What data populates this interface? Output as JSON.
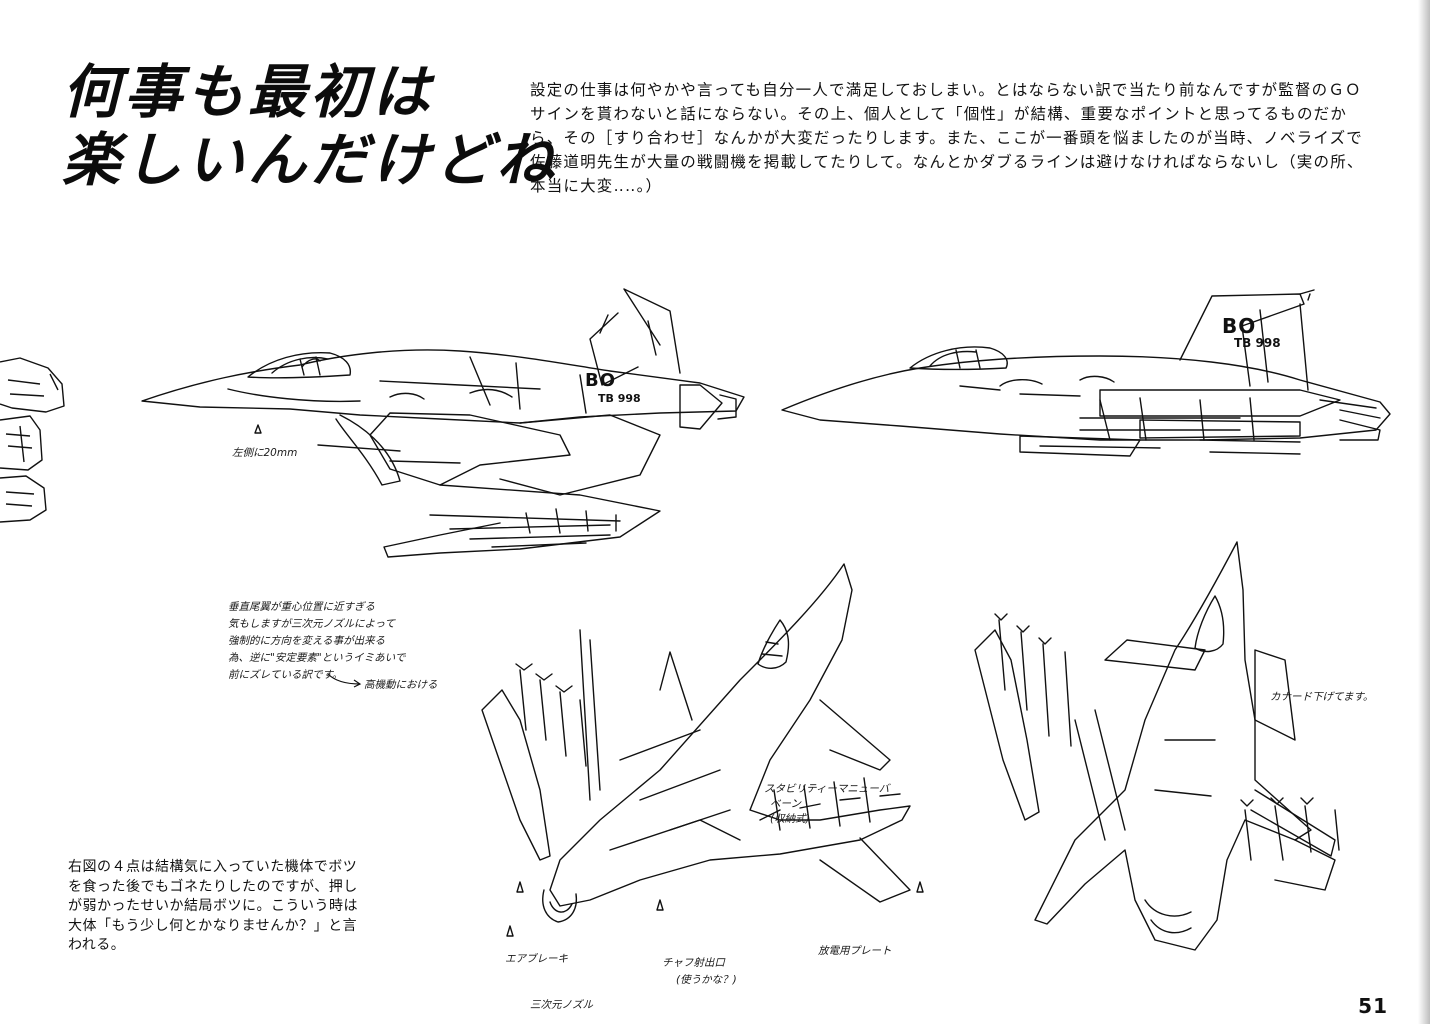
{
  "page": {
    "title_lines": [
      "何事も最初は",
      "楽しいんだけどね"
    ],
    "intro_text": "設定の仕事は何やかや言っても自分一人で満足しておしまい。とはならない訳で当たり前なんですが監督のＧＯサインを貰わないと話にならない。その上、個人として「個性」が結構、重要なポイントと思ってるものだから、その［すり合わせ］なんかが大変だったりします。また、ここが一番頭を悩ましたのが当時、ノベライズで佐藤道明先生が大量の戦闘機を掲載してたりして。なんとかダブるラインは避けなければならないし（実の所、本当に大変‥‥。）",
    "caption_text": "右図の４点は結構気に入っていた機体でボツを食った後でもゴネたりしたのですが、押しが弱かったせいか結局ボツに。こういう時は大体「もう少し何とかなりませんか？」と言われる。",
    "page_number": "51"
  },
  "illustrations": {
    "tail_marking": "BO",
    "tail_number": "998",
    "tail_small": "TB",
    "notes": {
      "gun": "左側に20mm",
      "tail_note_1": "垂直尾翼が重心位置に近すぎる",
      "tail_note_2": "気もしますが三次元ノズルによって",
      "tail_note_3": "強制的に方向を変える事が出来る",
      "tail_note_4": "為、逆に\"安定要素\"というイミあいで",
      "tail_note_5": "前にズレている訳です。",
      "maneuver": "高機動における",
      "canard": "カナード下げてます。",
      "vane_1": "スタビリティーマニューバ",
      "vane_2": "ベーン",
      "vane_3": "(収納式)",
      "airbrake": "エアブレーキ",
      "nozzle": "三次元ノズル",
      "chaff_1": "チャフ射出口",
      "chaff_2": "(使うかな？)",
      "plate": "放電用プレート"
    }
  }
}
